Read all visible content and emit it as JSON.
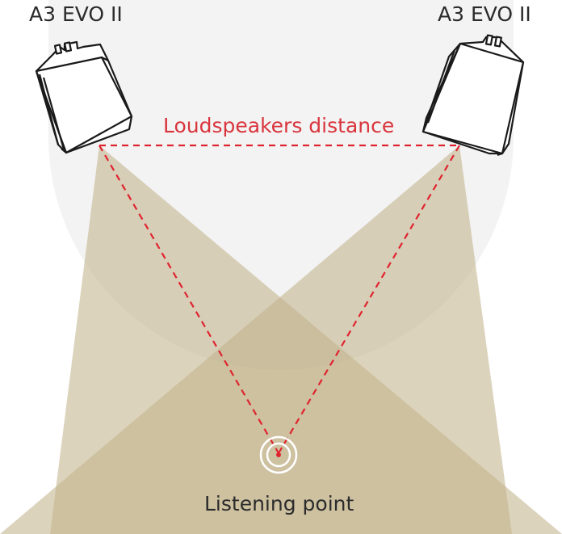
{
  "speakers": {
    "left_label": "A3 EVO II",
    "right_label": "A3 EVO II"
  },
  "distance_label": "Loudspeakers distance",
  "listening_label": "Listening point",
  "colors": {
    "beam": "#c2b38b",
    "distance_line": "#e0242f",
    "distance_text": "#d9353d",
    "text": "#2b2b2b",
    "marker": "#ffffff"
  }
}
